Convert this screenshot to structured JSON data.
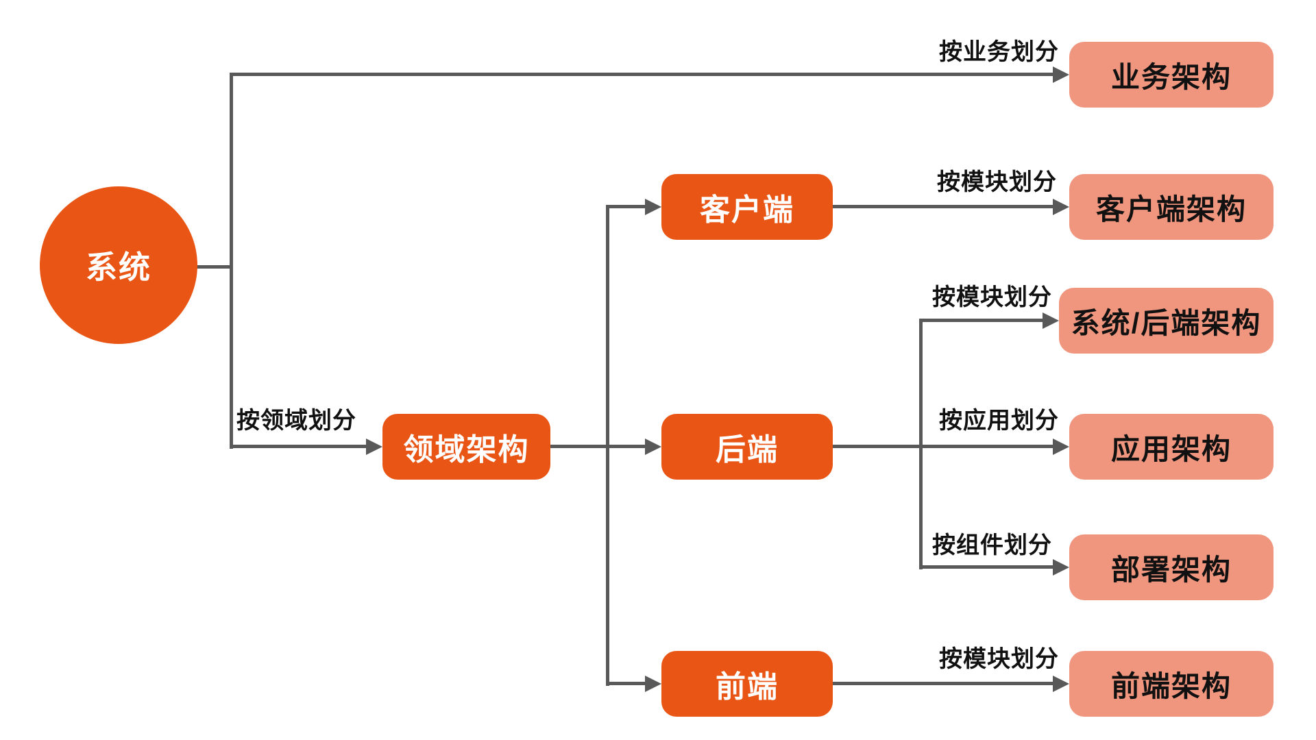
{
  "diagram": {
    "title_hint": "system-architecture-classification-flowchart",
    "root": {
      "label": "系统"
    },
    "nodes": {
      "domain_arch": {
        "label": "领域架构"
      },
      "client": {
        "label": "客户端"
      },
      "backend": {
        "label": "后端"
      },
      "frontend": {
        "label": "前端"
      },
      "business_arch": {
        "label": "业务架构"
      },
      "client_arch": {
        "label": "客户端架构"
      },
      "system_backend_arch": {
        "label": "系统/后端架构"
      },
      "app_arch": {
        "label": "应用架构"
      },
      "deploy_arch": {
        "label": "部署架构"
      },
      "frontend_arch": {
        "label": "前端架构"
      }
    },
    "edge_labels": {
      "by_business": "按业务划分",
      "by_domain": "按领域划分",
      "by_module_client": "按模块划分",
      "by_module_system": "按模块划分",
      "by_app": "按应用划分",
      "by_component": "按组件划分",
      "by_module_frontend": "按模块划分"
    },
    "colors": {
      "node_orange": "#E95514",
      "node_salmon": "#F0957E",
      "connector": "#595959",
      "label_text": "#111111",
      "node_text_light": "#FFFFFF",
      "node_text_dark": "#111111"
    }
  }
}
